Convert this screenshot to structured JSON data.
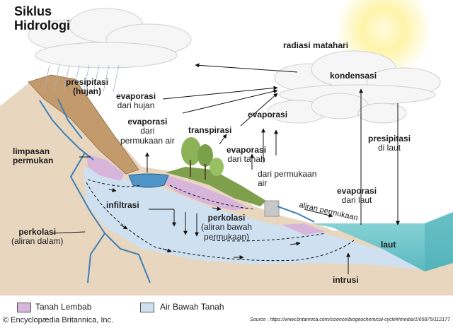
{
  "title_line1": "Siklus",
  "title_line2": "Hidrologi",
  "labels": {
    "radiasi": "radiasi matahari",
    "kondensasi": "kondensasi",
    "presipitasi_hujan_1": "presipitasi",
    "presipitasi_hujan_2": "(hujan)",
    "evap_hujan_1": "evaporasi",
    "evap_hujan_2": "dari hujan",
    "evap_permukaan_1": "evaporasi",
    "evap_permukaan_2": "dari",
    "evap_permukaan_3": "permukaan air",
    "evaporasi": "evaporasi",
    "transpirasi": "transpirasi",
    "evap_tanah_1": "evaporasi",
    "evap_tanah_2": "dari tanah",
    "dari_permukaan_1": "dari permukaan",
    "dari_permukaan_2": "air",
    "presipitasi_laut_1": "presipitasi",
    "presipitasi_laut_2": "di laut",
    "limpasan_1": "limpasan",
    "limpasan_2": "permukan",
    "infiltrasi": "infiltrasi",
    "perkolasi1_1": "perkolasi",
    "perkolasi1_2": "(aliran bawah",
    "perkolasi1_3": "permukaan)",
    "aliran_permukaan": "aliran permukaan",
    "evap_laut_1": "evaporasi",
    "evap_laut_2": "dari laut",
    "laut": "laut",
    "perkolasi2_1": "perkolasi",
    "perkolasi2_2": "(aliran dalam)",
    "intrusi": "intrusi"
  },
  "legend": [
    {
      "label": "Tanah Lembab",
      "color": "#d8b6dc"
    },
    {
      "label": "Air Bawah Tanah",
      "color": "#cfe1f1"
    }
  ],
  "footer": {
    "copyright": "© Encyclopædia Britannica, Inc.",
    "source": "Source : https://www.britannica.com/science/biogeochemical-cycle#/media/1/65875/112177"
  },
  "colors": {
    "sky": "#ffffff",
    "ground": "#e9d6bf",
    "groundwater": "#cfe1f1",
    "moist_soil": "#d8b6dc",
    "sea": "#7fcfd2",
    "sun": "#fff4a8"
  }
}
